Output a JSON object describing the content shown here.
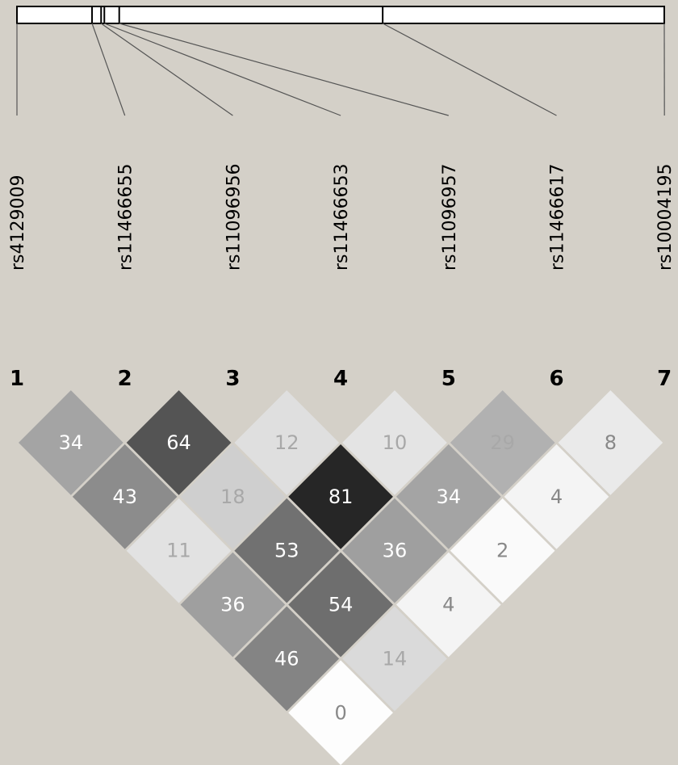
{
  "chart_data": {
    "type": "heatmap",
    "title": "",
    "snps": [
      "rs4129009",
      "rs11466655",
      "rs11096956",
      "rs11466653",
      "rs11096957",
      "rs11466617",
      "rs10004195"
    ],
    "snp_numbers": [
      "1",
      "2",
      "3",
      "4",
      "5",
      "6",
      "7"
    ],
    "physical_positions_fraction": [
      0.0,
      0.116,
      0.13,
      0.135,
      0.158,
      0.565,
      1.0
    ],
    "pairs": [
      {
        "i": 1,
        "j": 2,
        "value": 34
      },
      {
        "i": 2,
        "j": 3,
        "value": 64
      },
      {
        "i": 3,
        "j": 4,
        "value": 12
      },
      {
        "i": 4,
        "j": 5,
        "value": 10
      },
      {
        "i": 5,
        "j": 6,
        "value": 29
      },
      {
        "i": 6,
        "j": 7,
        "value": 8
      },
      {
        "i": 1,
        "j": 3,
        "value": 43
      },
      {
        "i": 2,
        "j": 4,
        "value": 18
      },
      {
        "i": 3,
        "j": 5,
        "value": 81
      },
      {
        "i": 4,
        "j": 6,
        "value": 34
      },
      {
        "i": 5,
        "j": 7,
        "value": 4
      },
      {
        "i": 1,
        "j": 4,
        "value": 11
      },
      {
        "i": 2,
        "j": 5,
        "value": 53
      },
      {
        "i": 3,
        "j": 6,
        "value": 36
      },
      {
        "i": 4,
        "j": 7,
        "value": 2
      },
      {
        "i": 1,
        "j": 5,
        "value": 36
      },
      {
        "i": 2,
        "j": 6,
        "value": 54
      },
      {
        "i": 3,
        "j": 7,
        "value": 4
      },
      {
        "i": 1,
        "j": 6,
        "value": 46
      },
      {
        "i": 2,
        "j": 7,
        "value": 14
      },
      {
        "i": 1,
        "j": 7,
        "value": 0
      }
    ],
    "color_scale": "white-to-black (r-squared x 100)",
    "legend": "none",
    "grid": false
  }
}
